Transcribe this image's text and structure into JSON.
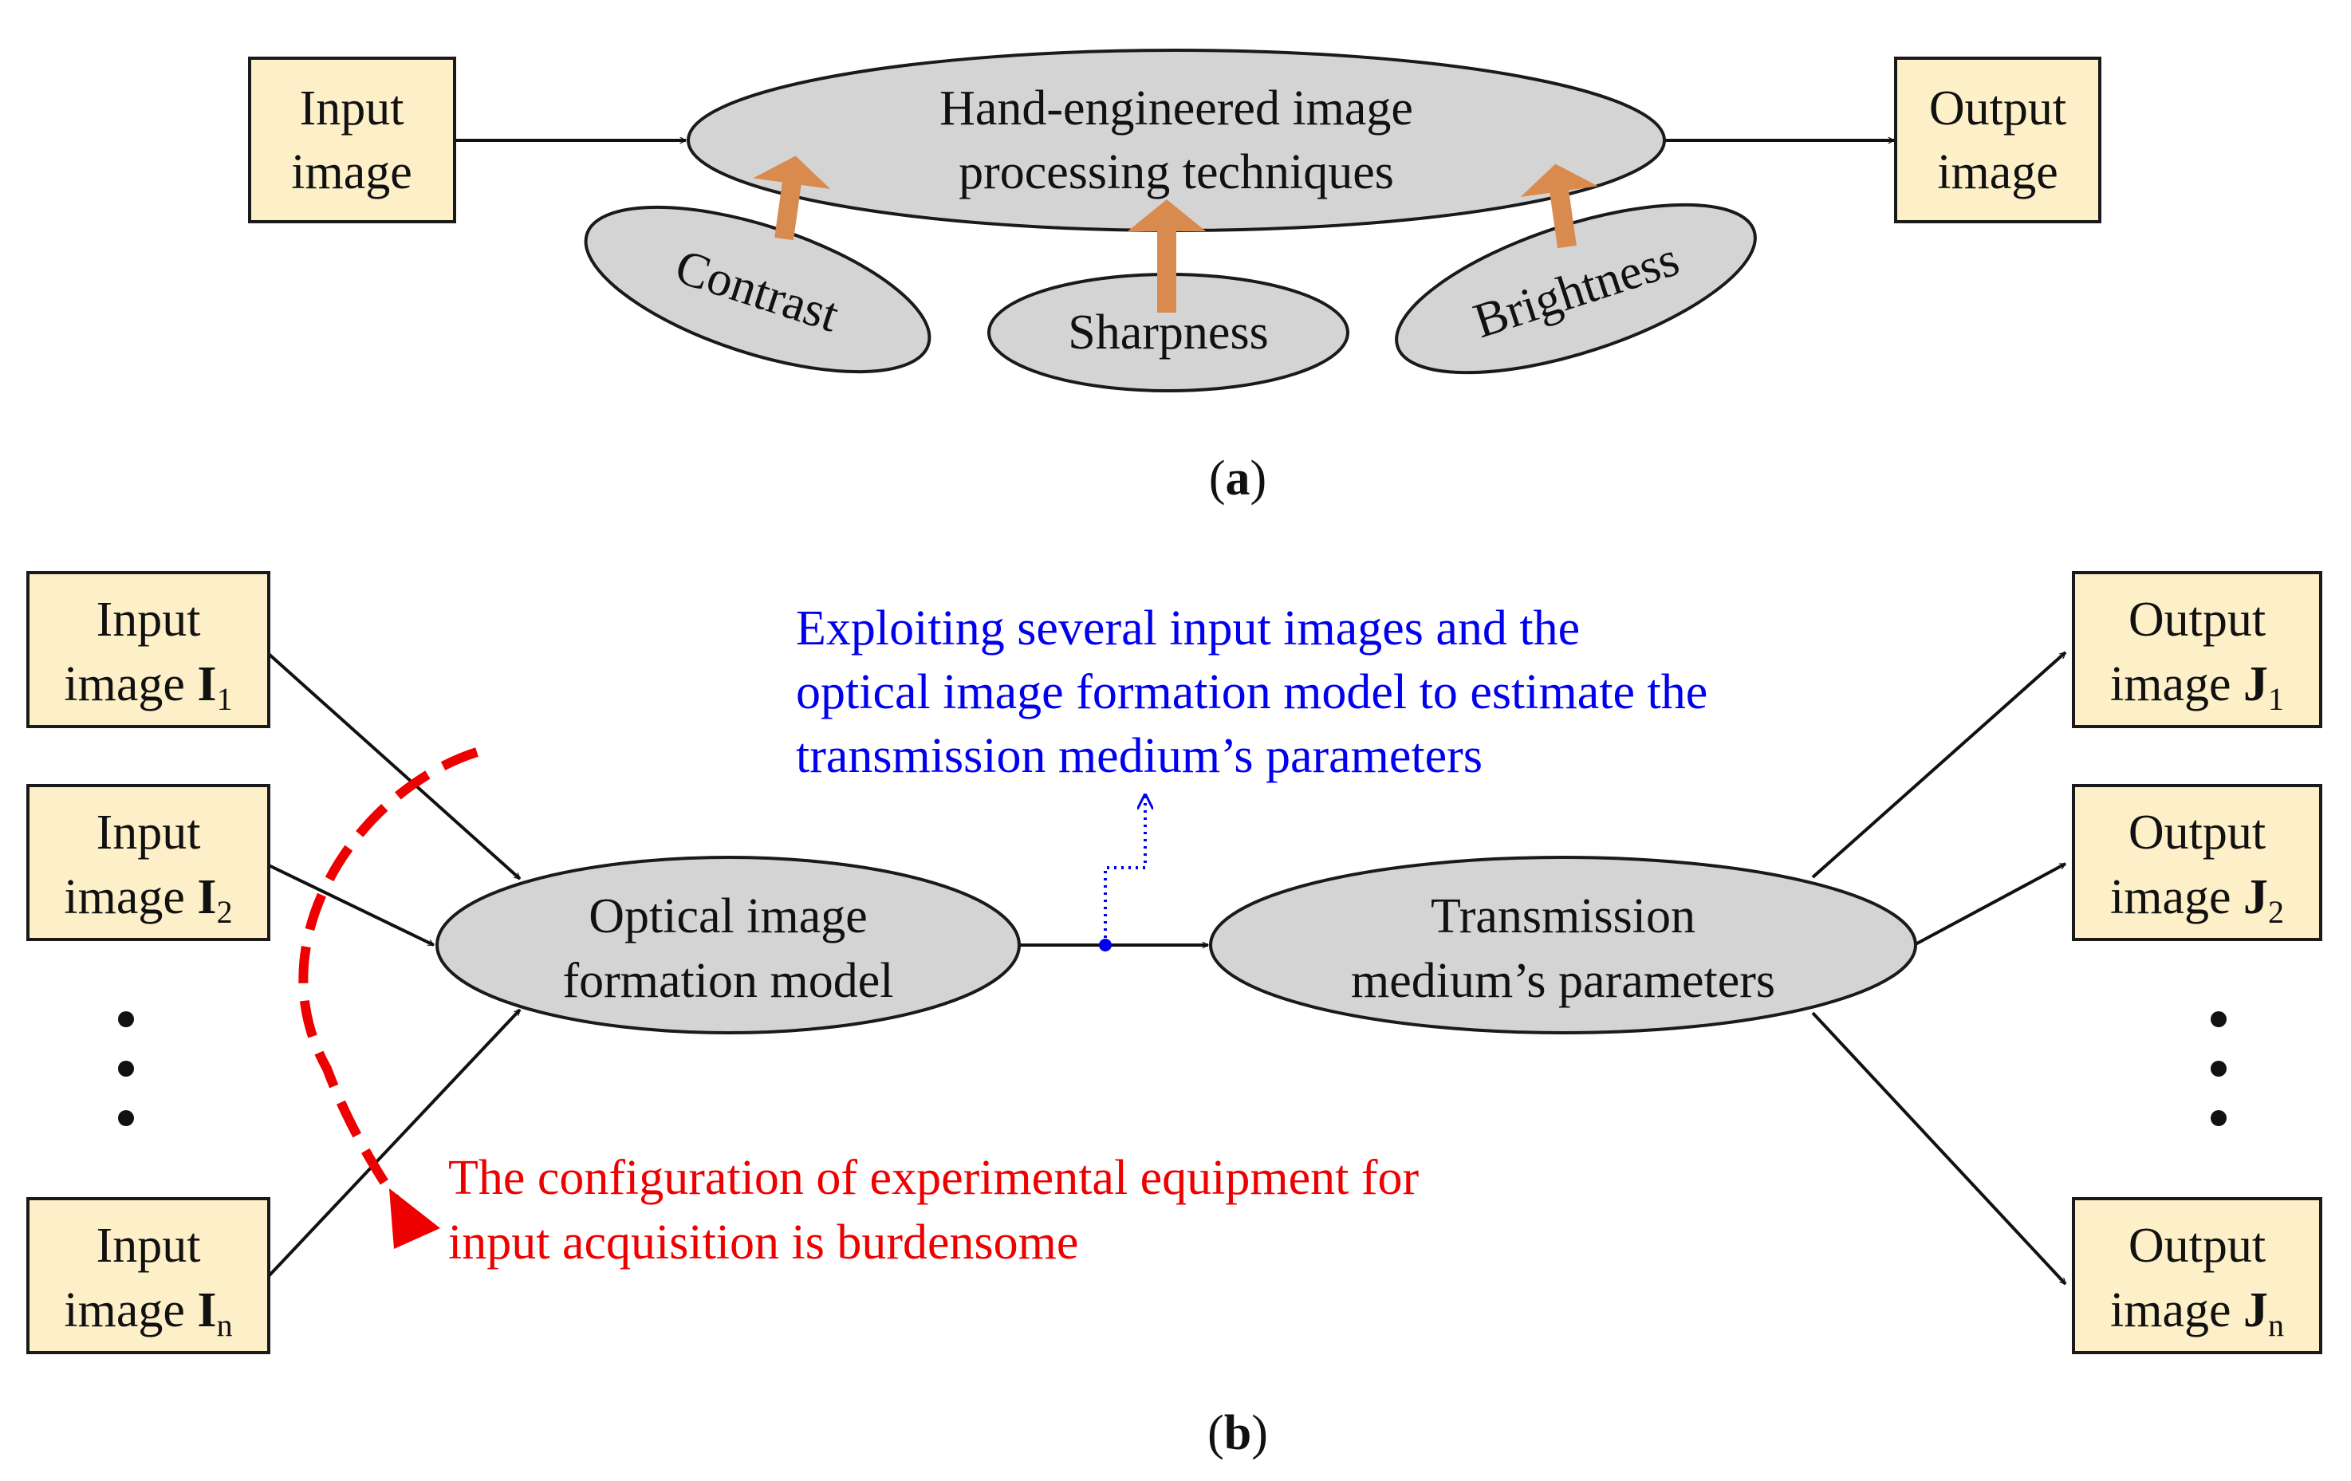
{
  "panel_a": {
    "input": {
      "line1": "Input",
      "line2": "image"
    },
    "process": {
      "line1": "Hand-engineered image",
      "line2": "processing techniques"
    },
    "output": {
      "line1": "Output",
      "line2": "image"
    },
    "factors": [
      "Contrast",
      "Sharpness",
      "Brightness"
    ],
    "caption": {
      "open": "(",
      "letter": "a",
      "close": ")"
    }
  },
  "panel_b": {
    "inputs": [
      {
        "line1": "Input",
        "word": "image",
        "symbol": "I",
        "sub": "1"
      },
      {
        "line1": "Input",
        "word": "image",
        "symbol": "I",
        "sub": "2"
      },
      {
        "line1": "Input",
        "word": "image",
        "symbol": "I",
        "sub": "n"
      }
    ],
    "model": {
      "line1": "Optical image",
      "line2": "formation model"
    },
    "params": {
      "line1": "Transmission",
      "line2": "medium’s parameters"
    },
    "outputs": [
      {
        "line1": "Output",
        "word": "image",
        "symbol": "J",
        "sub": "1"
      },
      {
        "line1": "Output",
        "word": "image",
        "symbol": "J",
        "sub": "2"
      },
      {
        "line1": "Output",
        "word": "image",
        "symbol": "J",
        "sub": "n"
      }
    ],
    "blue_note": [
      "Exploiting several input images and the",
      "optical image formation model to estimate the",
      "transmission medium’s parameters"
    ],
    "red_note": [
      "The configuration of experimental equipment for",
      "input acquisition is burdensome"
    ],
    "caption": {
      "open": "(",
      "letter": "b",
      "close": ")"
    },
    "colors": {
      "blue": "#0000ee",
      "red": "#ee0000",
      "orange": "#d98a4e"
    }
  }
}
